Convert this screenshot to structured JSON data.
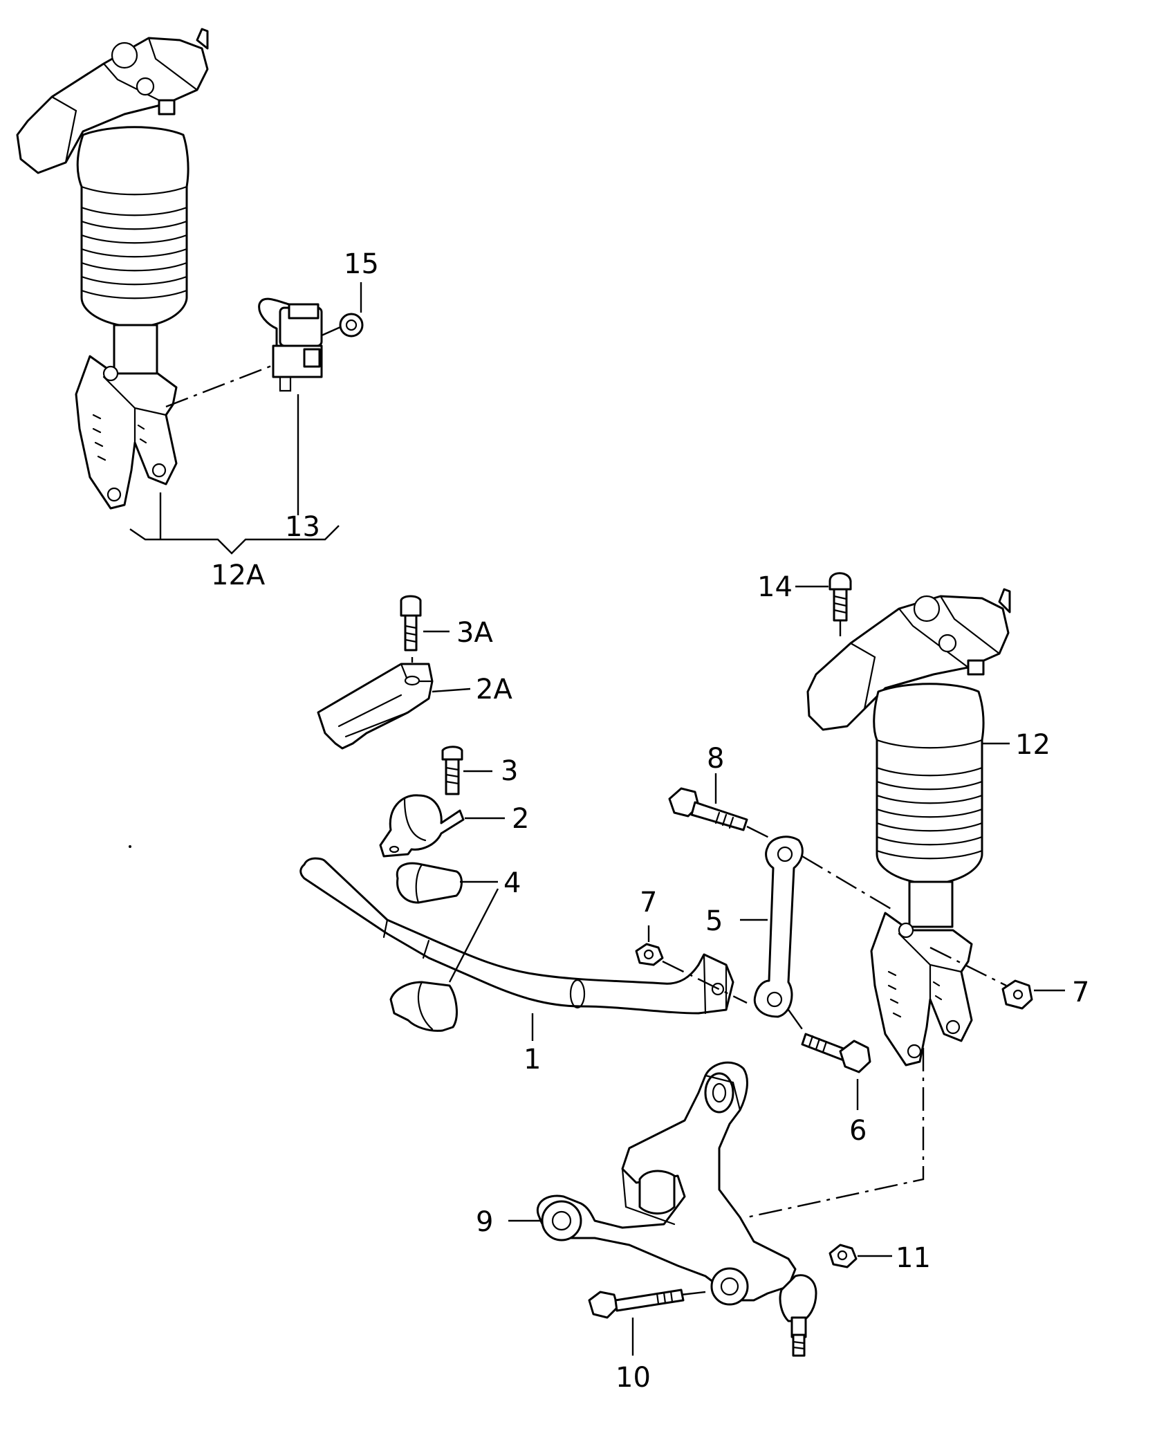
{
  "callouts": {
    "c1": "1",
    "c2": "2",
    "c2A": "2A",
    "c3": "3",
    "c3A": "3A",
    "c4": "4",
    "c5": "5",
    "c6": "6",
    "c7a": "7",
    "c7b": "7",
    "c8": "8",
    "c9": "9",
    "c10": "10",
    "c11": "11",
    "c12": "12",
    "c12A": "12A",
    "c13": "13",
    "c14": "14",
    "c15": "15"
  },
  "icons": {
    "strut_assembly": "air-spring-strut-icon",
    "level_sensor": "level-sensor-icon",
    "stabilizer_bar": "stabilizer-bar-icon",
    "coupling_rod": "coupling-rod-icon",
    "control_arm": "wishbone-icon"
  }
}
